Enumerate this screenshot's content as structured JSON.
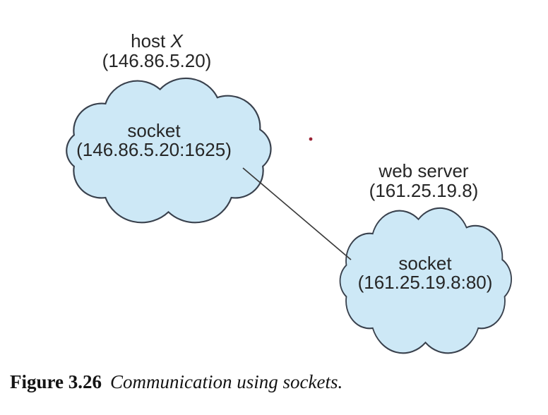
{
  "figure": {
    "host_label": {
      "name": "host",
      "emph": "X",
      "address": "(146.86.5.20)"
    },
    "client_socket": {
      "title": "socket",
      "address": "(146.86.5.20:1625)"
    },
    "server_label": {
      "name": "web server",
      "address": "(161.25.19.8)"
    },
    "server_socket": {
      "title": "socket",
      "address": "(161.25.19.8:80)"
    },
    "caption": {
      "label": "Figure 3.26",
      "text": "Communication using sockets."
    }
  },
  "colors": {
    "cloud-fill": "#cde8f6",
    "cloud-stroke": "#39414d",
    "text": "#262626",
    "line": "#3a3a3a",
    "dot": "#9b2335",
    "bg": "#ffffff"
  }
}
